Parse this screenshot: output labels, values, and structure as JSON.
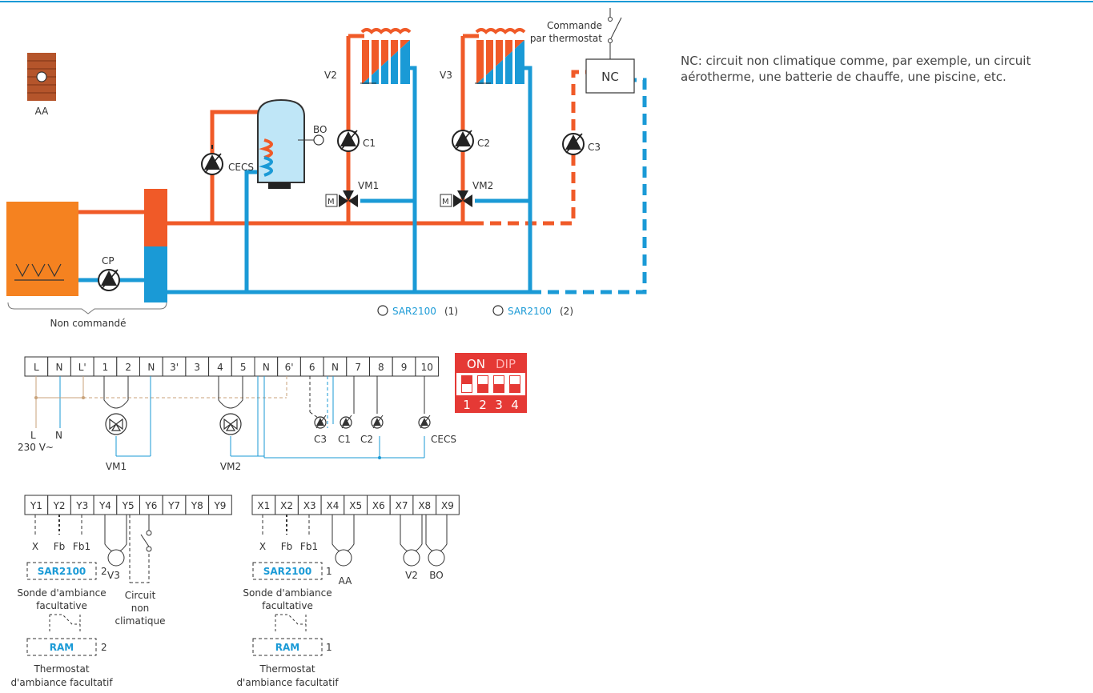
{
  "colors": {
    "hot": "#f05a28",
    "cold": "#1a9ad6",
    "boiler": "#f58220",
    "dip": "#e53935",
    "phase": "#c8a27a",
    "line": "#333333"
  },
  "note": "NC: circuit non climatique comme, par exemple, un circuit aérotherme, une batterie de chauffe, une piscine, etc.",
  "hydraulic": {
    "aa": "AA",
    "non_commande": "Non commandé",
    "cp": "CP",
    "cecs": "CECS",
    "bo": "BO",
    "v2": "V2",
    "v3": "V3",
    "c1": "C1",
    "c2": "C2",
    "c3": "C3",
    "vm1": "VM1",
    "vm2": "VM2",
    "m1": "M",
    "m2": "M",
    "nc": "NC",
    "commande_1": "Commande",
    "commande_2": "par thermostat",
    "sar1_name": "SAR2100",
    "sar1_num": "(1)",
    "sar2_name": "SAR2100",
    "sar2_num": "(2)"
  },
  "terminals_top": [
    "L",
    "N",
    "L'",
    "1",
    "2",
    "N",
    "3'",
    "3",
    "4",
    "5",
    "N",
    "6'",
    "6",
    "N",
    "7",
    "8",
    "9",
    "10"
  ],
  "wiring_top": {
    "l": "L",
    "n": "N",
    "volt": "230 V~",
    "vm1": "VM1",
    "vm2": "VM2",
    "c3": "C3",
    "c1": "C1",
    "c2": "C2",
    "cecs": "CECS"
  },
  "dip": {
    "on": "ON",
    "dip": "DIP",
    "nums": [
      "1",
      "2",
      "3",
      "4"
    ]
  },
  "terminals_y": [
    "Y1",
    "Y2",
    "Y3",
    "Y4",
    "Y5",
    "Y6",
    "Y7",
    "Y8",
    "Y9"
  ],
  "terminals_x": [
    "X1",
    "X2",
    "X3",
    "X4",
    "X5",
    "X6",
    "X7",
    "X8",
    "X9"
  ],
  "wiring_y": {
    "x": "X",
    "fb": "Fb",
    "fb1": "Fb1",
    "sar": "SAR2100",
    "sar_num": "2",
    "sonde_1": "Sonde d'ambiance",
    "sonde_2": "facultative",
    "v3": "V3",
    "circuit_1": "Circuit",
    "circuit_2": "non",
    "circuit_3": "climatique",
    "ram": "RAM",
    "ram_num": "2",
    "thermo_1": "Thermostat",
    "thermo_2": "d'ambiance facultatif"
  },
  "wiring_x": {
    "x": "X",
    "fb": "Fb",
    "fb1": "Fb1",
    "sar": "SAR2100",
    "sar_num": "1",
    "sonde_1": "Sonde d'ambiance",
    "sonde_2": "facultative",
    "aa": "AA",
    "v2": "V2",
    "bo": "BO",
    "ram": "RAM",
    "ram_num": "1",
    "thermo_1": "Thermostat",
    "thermo_2": "d'ambiance facultatif"
  }
}
